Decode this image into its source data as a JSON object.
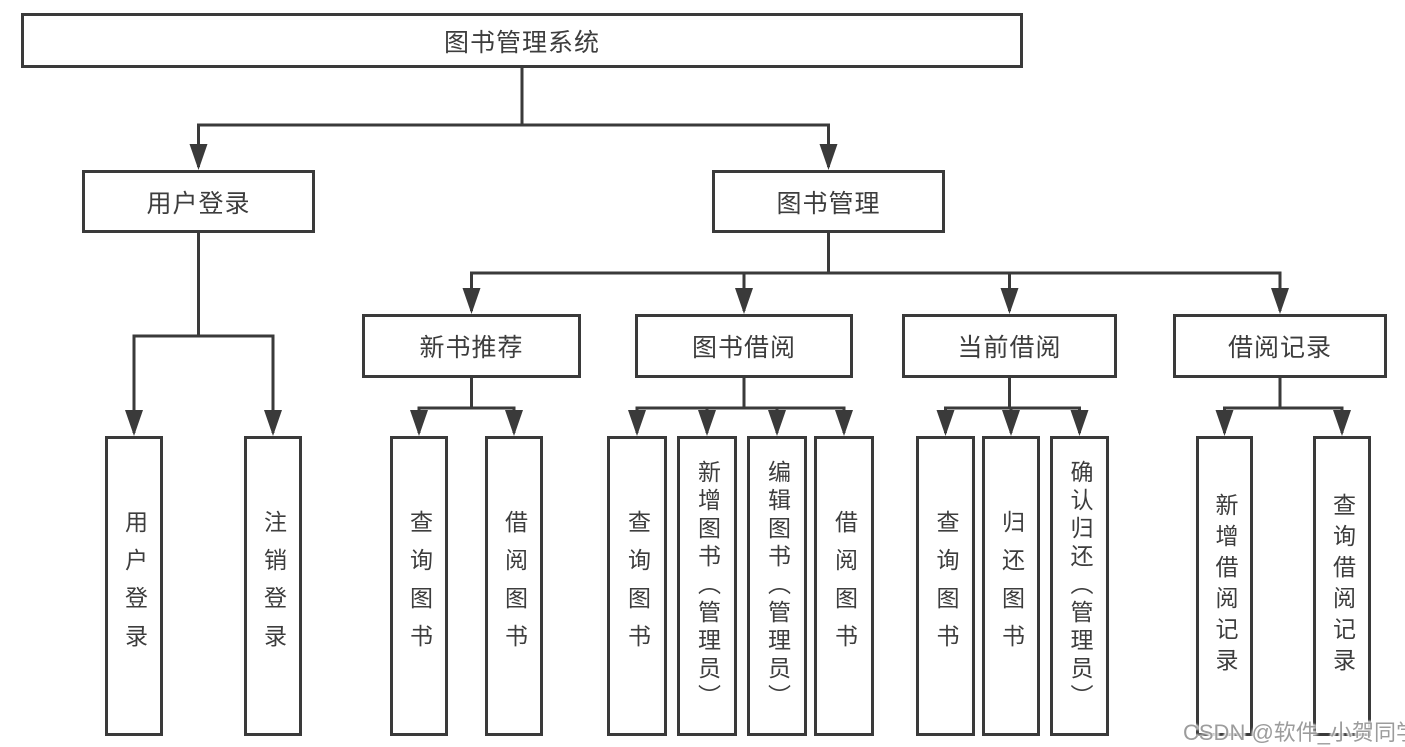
{
  "diagram": {
    "type": "hierarchy",
    "root": {
      "label": "图书管理系统"
    },
    "children": [
      {
        "label": "用户登录",
        "children": [
          {
            "label": "用户登录"
          },
          {
            "label": "注销登录"
          }
        ]
      },
      {
        "label": "图书管理",
        "children": [
          {
            "label": "新书推荐",
            "children": [
              {
                "label": "查询图书"
              },
              {
                "label": "借阅图书"
              }
            ]
          },
          {
            "label": "图书借阅",
            "children": [
              {
                "label": "查询图书"
              },
              {
                "label": "新增图书（管理员）"
              },
              {
                "label": "编辑图书（管理员）"
              },
              {
                "label": "借阅图书"
              }
            ]
          },
          {
            "label": "当前借阅",
            "children": [
              {
                "label": "查询图书"
              },
              {
                "label": "归还图书"
              },
              {
                "label": "确认归还（管理员）"
              }
            ]
          },
          {
            "label": "借阅记录",
            "children": [
              {
                "label": "新增借阅记录"
              },
              {
                "label": "查询借阅记录"
              }
            ]
          }
        ]
      }
    ]
  },
  "watermark": {
    "text": "CSDN @软件_小贺同学"
  },
  "colors": {
    "line": "#3a3a3a",
    "box_border": "#3a3a3a",
    "text": "#3d3d3d",
    "watermark": "#9c9c9c",
    "background": "#ffffff"
  }
}
